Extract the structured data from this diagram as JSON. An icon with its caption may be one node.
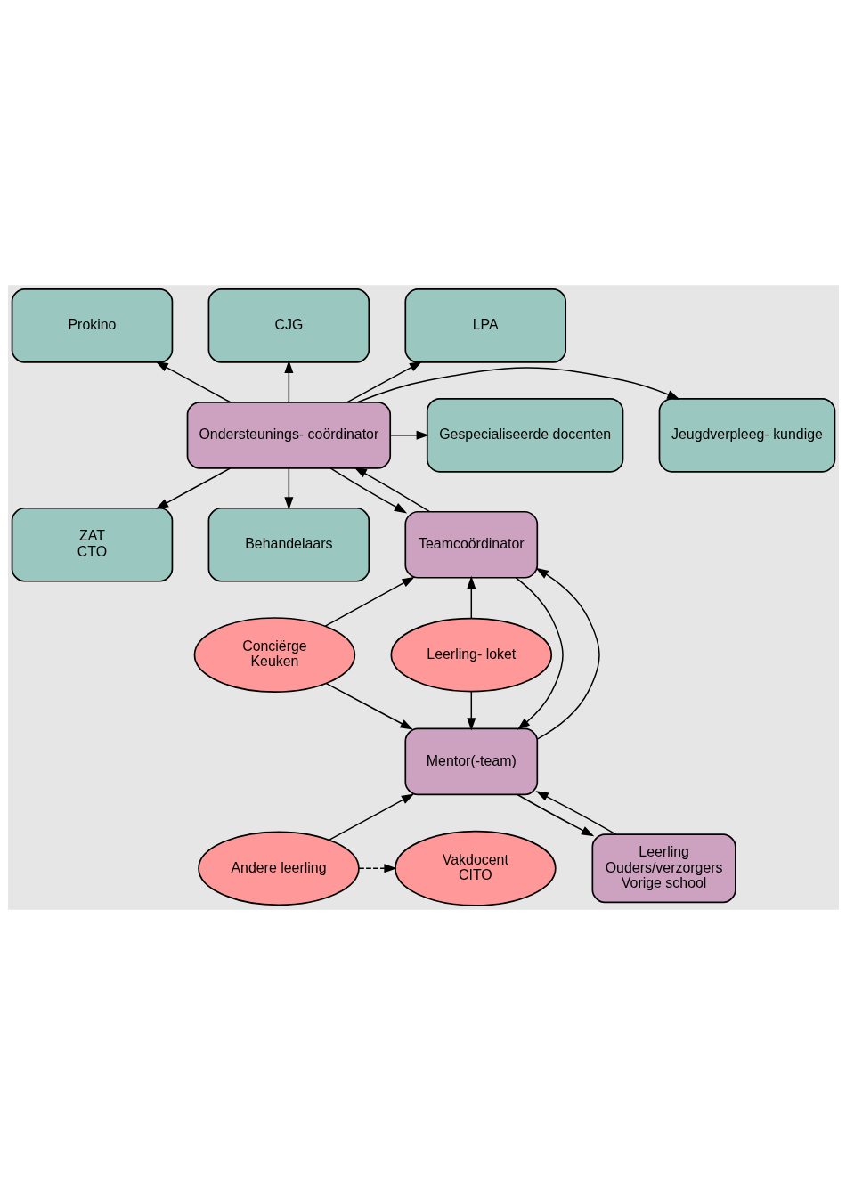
{
  "diagram": {
    "nodes": [
      {
        "text": [
          "Prokino"
        ]
      },
      {
        "text": [
          "CJG"
        ]
      },
      {
        "text": [
          "LPA"
        ]
      },
      {
        "text": [
          "Jeugdverpleeg- kundige"
        ]
      },
      {
        "text": [
          "Ondersteunings- coördinator"
        ]
      },
      {
        "text": [
          "Gespecialiseerde docenten"
        ]
      },
      {
        "text": [
          "ZAT",
          "CTO"
        ]
      },
      {
        "text": [
          "Behandelaars"
        ]
      },
      {
        "text": [
          "Teamcoördinator"
        ]
      },
      {
        "text": [
          "Conciërge",
          "Keuken"
        ]
      },
      {
        "text": [
          "Leerling- loket"
        ]
      },
      {
        "text": [
          "Mentor(-team)"
        ]
      },
      {
        "text": [
          "Andere leerling"
        ]
      },
      {
        "text": [
          "Vakdocent",
          "CITO"
        ]
      },
      {
        "text": [
          "Leerling",
          "Ouders/verzorgers",
          "Vorige school"
        ]
      }
    ],
    "edges": [
      {
        "from": 4,
        "to": 0,
        "arrow": "to"
      },
      {
        "from": 4,
        "to": 1,
        "arrow": "to"
      },
      {
        "from": 4,
        "to": 2,
        "arrow": "to"
      },
      {
        "from": 4,
        "to": 3,
        "arrow": "to"
      },
      {
        "from": 4,
        "to": 5,
        "arrow": "to"
      },
      {
        "from": 4,
        "to": 6,
        "arrow": "to"
      },
      {
        "from": 4,
        "to": 7,
        "arrow": "to"
      },
      {
        "from": 8,
        "to": 4,
        "arrow": "to"
      },
      {
        "from": 4,
        "to": 8,
        "arrow": "to"
      },
      {
        "from": 9,
        "to": 8,
        "arrow": "to"
      },
      {
        "from": 9,
        "to": 11,
        "arrow": "to"
      },
      {
        "from": 10,
        "to": 8,
        "arrow": "to"
      },
      {
        "from": 10,
        "to": 11,
        "arrow": "to"
      },
      {
        "from": 11,
        "to": 8,
        "arrow": "to"
      },
      {
        "from": 8,
        "to": 11,
        "arrow": "to"
      },
      {
        "from": 12,
        "to": 11,
        "arrow": "to"
      },
      {
        "from": 12,
        "to": 13,
        "arrow": "to",
        "style": "dashed"
      },
      {
        "from": 11,
        "to": 14,
        "arrow": "to"
      },
      {
        "from": 14,
        "to": 11,
        "arrow": "to"
      }
    ]
  }
}
